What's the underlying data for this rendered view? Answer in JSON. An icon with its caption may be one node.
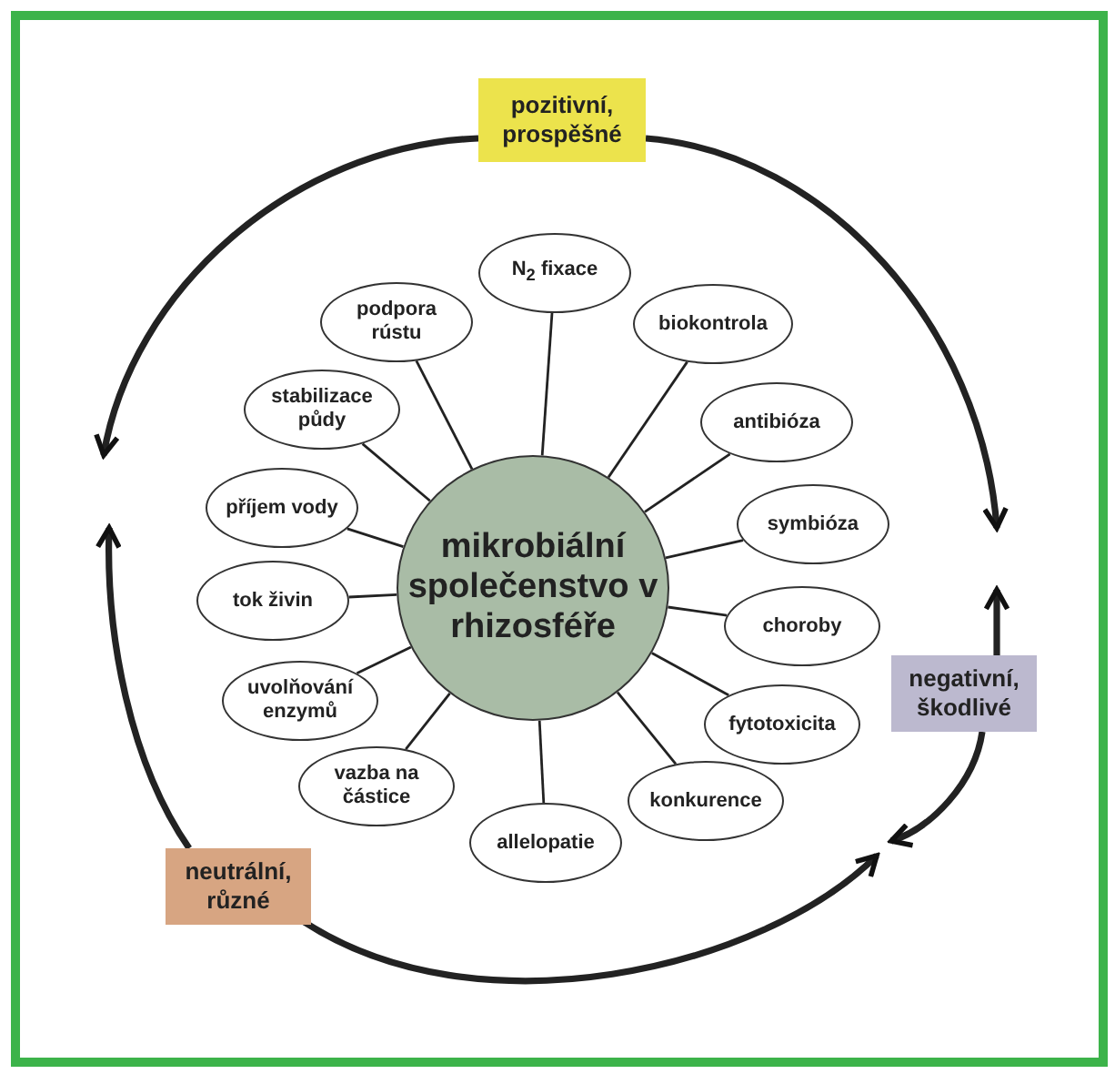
{
  "diagram": {
    "nodes": [
      {
        "text": [
          "pozitivní, prospěšné"
        ]
      },
      {
        "text": [
          "mikrobiální společenstvo v rhizosféře"
        ]
      },
      {
        "text": [
          "N$_{2}$ fixace"
        ]
      },
      {
        "text": [
          "biokontrola"
        ]
      },
      {
        "text": [
          "antibióza"
        ]
      },
      {
        "text": [
          "symbióza"
        ]
      },
      {
        "text": [
          "choroby"
        ]
      },
      {
        "text": [
          "fytotoxicita"
        ]
      },
      {
        "text": [
          "konkurence"
        ]
      },
      {
        "text": [
          "allelopatie"
        ]
      },
      {
        "text": [
          "vazba na částice"
        ]
      },
      {
        "text": [
          "uvolňování enzymů"
        ]
      },
      {
        "text": [
          "tok živin"
        ]
      },
      {
        "text": [
          "příjem vody"
        ]
      },
      {
        "text": [
          "stabilizace půdy"
        ]
      },
      {
        "text": [
          "podpora rústu"
        ]
      },
      {
        "text": [
          "negativní, škodlivé"
        ]
      },
      {
        "text": [
          "neutrální, různé"
        ]
      }
    ],
    "edges": [
      {
        "from": 1,
        "to": 2,
        "arrow": "none"
      },
      {
        "from": 1,
        "to": 3,
        "arrow": "none"
      },
      {
        "from": 1,
        "to": 4,
        "arrow": "none"
      },
      {
        "from": 1,
        "to": 5,
        "arrow": "none"
      },
      {
        "from": 1,
        "to": 6,
        "arrow": "none"
      },
      {
        "from": 1,
        "to": 7,
        "arrow": "none"
      },
      {
        "from": 1,
        "to": 8,
        "arrow": "none"
      },
      {
        "from": 1,
        "to": 9,
        "arrow": "none"
      },
      {
        "from": 1,
        "to": 10,
        "arrow": "none"
      },
      {
        "from": 1,
        "to": 11,
        "arrow": "none"
      },
      {
        "from": 1,
        "to": 12,
        "arrow": "none"
      },
      {
        "from": 1,
        "to": 13,
        "arrow": "none"
      },
      {
        "from": 1,
        "to": 14,
        "arrow": "none"
      },
      {
        "from": 1,
        "to": 15,
        "arrow": "none"
      },
      {
        "from": 0,
        "to": null,
        "arrow": "to",
        "style": "thick"
      },
      {
        "from": 0,
        "to": null,
        "arrow": "to",
        "style": "thick"
      },
      {
        "from": 16,
        "to": null,
        "arrow": "to",
        "style": "thick"
      },
      {
        "from": 16,
        "to": null,
        "arrow": "to",
        "style": "thick"
      },
      {
        "from": 17,
        "to": null,
        "arrow": "to",
        "style": "thick"
      },
      {
        "from": 17,
        "to": null,
        "arrow": "to",
        "style": "thick"
      }
    ]
  }
}
